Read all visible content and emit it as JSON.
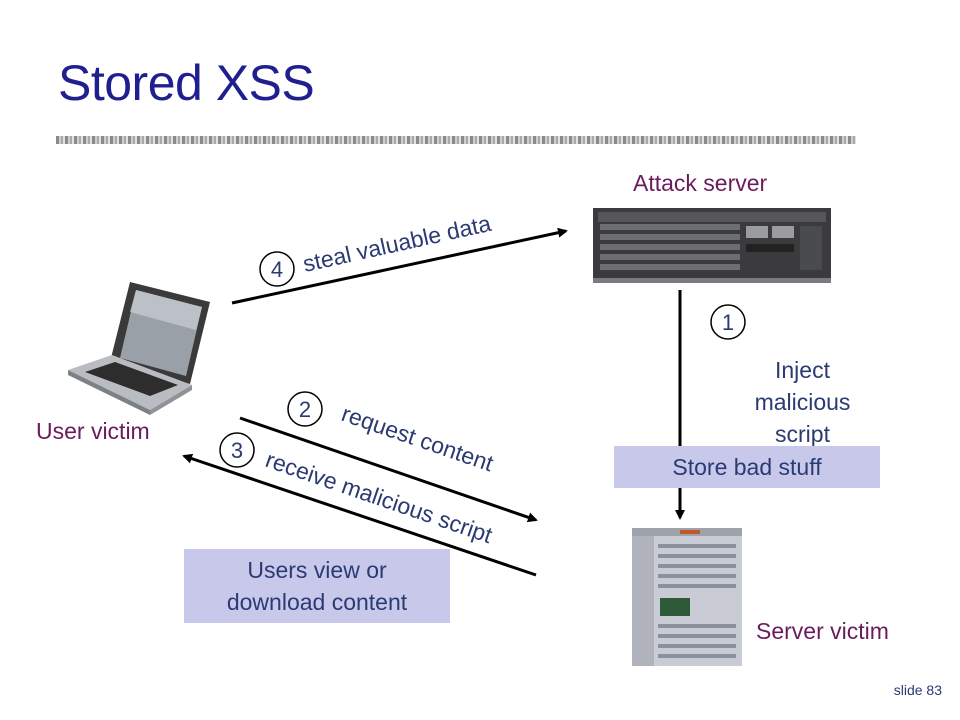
{
  "title": "Stored XSS",
  "labels": {
    "attack_server": "Attack server",
    "user_victim": "User victim",
    "server_victim": "Server victim"
  },
  "steps": [
    {
      "num": "1",
      "text": [
        "Inject",
        "malicious",
        "script"
      ]
    },
    {
      "num": "2",
      "text": "request content"
    },
    {
      "num": "3",
      "text": "receive malicious script"
    },
    {
      "num": "4",
      "text": "steal valuable data"
    }
  ],
  "boxes": {
    "store": "Store bad stuff",
    "users_view": [
      "Users view or",
      "download content"
    ]
  },
  "footer": "slide 83",
  "colors": {
    "title": "#1f1f8f",
    "box_fill": "#c8c9ea",
    "text": "#2b3a73",
    "label": "#6a1c5a"
  }
}
